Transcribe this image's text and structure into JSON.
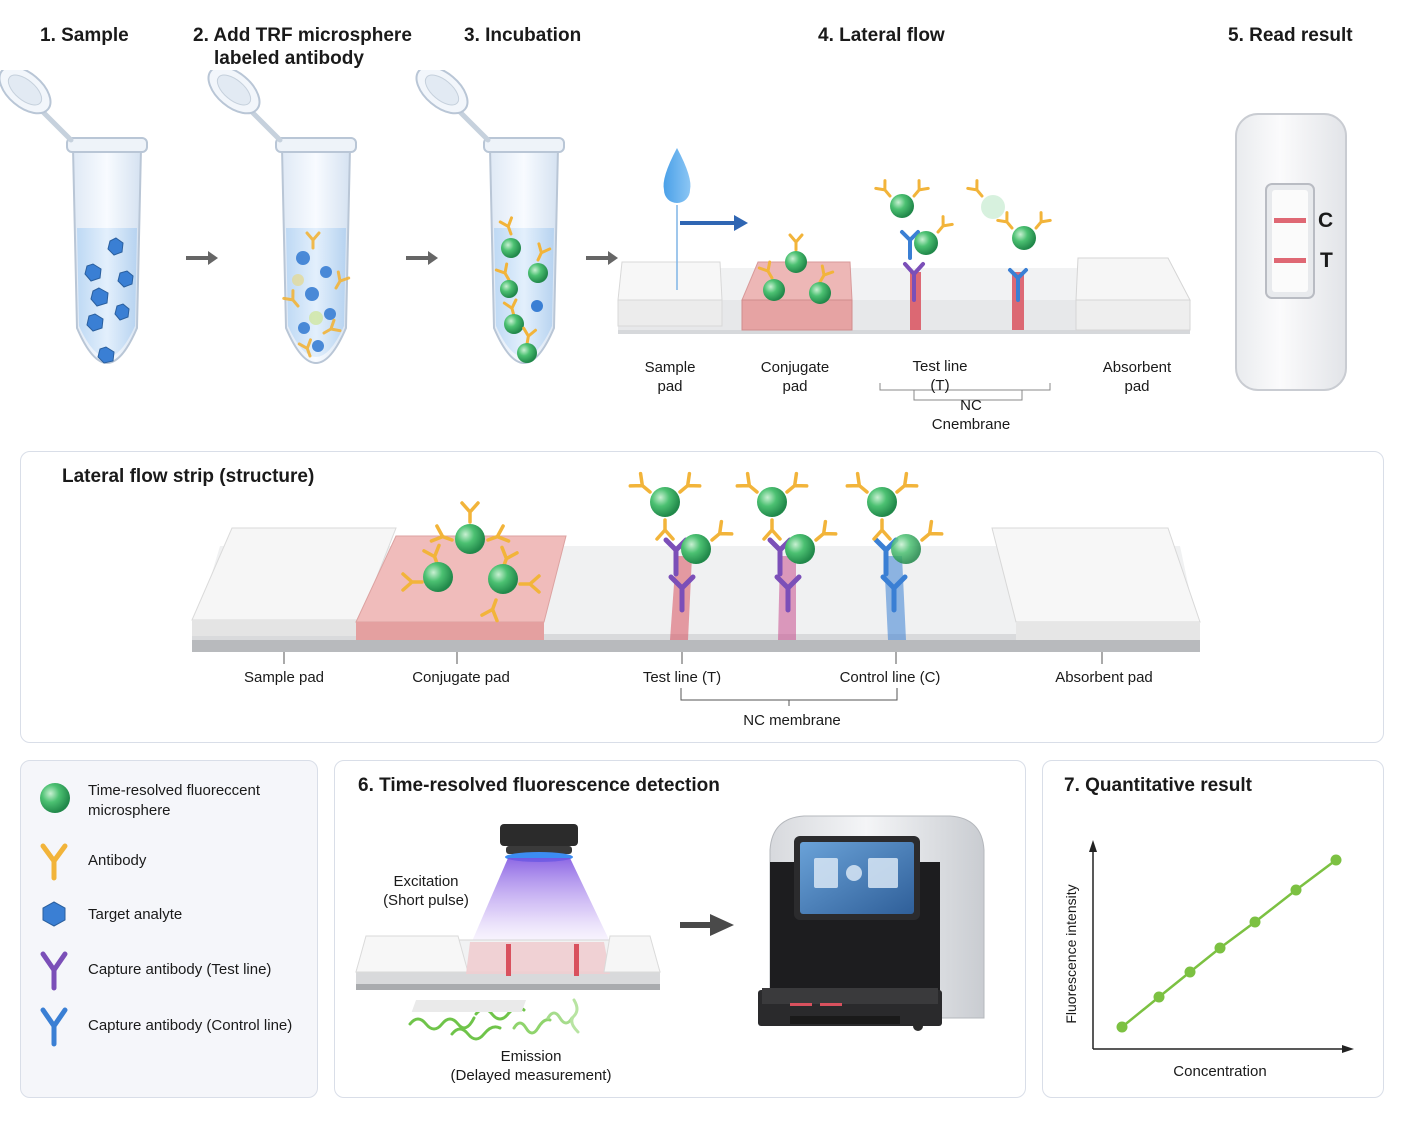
{
  "steps": {
    "s1": "1. Sample",
    "s2a": "2. Add TRF microsphere",
    "s2b": "labeled antibody",
    "s3": "3. Incubation",
    "s4": "4. Lateral flow",
    "s5": "5. Read result"
  },
  "top_strip_labels": {
    "sample_pad": [
      "Sample",
      "pad"
    ],
    "conjugate_pad": [
      "Conjugate",
      "pad"
    ],
    "test_line": [
      "Test line",
      "(T)"
    ],
    "nc_membrane": [
      "NC",
      "Cnembrane"
    ],
    "absorbent_pad": [
      "Absorbent",
      "pad"
    ]
  },
  "cassette": {
    "c_label": "C",
    "t_label": "T"
  },
  "structure_panel": {
    "title": "Lateral flow strip (structure)",
    "sample_pad": "Sample pad",
    "conjugate_pad": "Conjugate pad",
    "test_line": "Test line (T)",
    "control_line": "Control line (C)",
    "absorbent_pad": "Absorbent pad",
    "nc_membrane": "NC membrane"
  },
  "legend": {
    "items": [
      {
        "icon": "microsphere-icon",
        "lines": [
          "Time-resolved fluoreccent",
          "microsphere"
        ],
        "color": "#3bb36a"
      },
      {
        "icon": "antibody-icon",
        "lines": [
          "Antibody"
        ],
        "color": "#f2b43a"
      },
      {
        "icon": "target-analyte-icon",
        "lines": [
          "Target analyte"
        ],
        "color": "#3a7fd4"
      },
      {
        "icon": "capture-antibody-test-icon",
        "lines": [
          "Capture antibody (Test line)"
        ],
        "color": "#7b4fb8"
      },
      {
        "icon": "capture-antibody-control-icon",
        "lines": [
          "Capture antibody (Control line)"
        ],
        "color": "#3a7fd4"
      }
    ]
  },
  "detection_panel": {
    "title": "6. Time-resolved fluorescence detection",
    "excitation": [
      "Excitation",
      "(Short pulse)"
    ],
    "emission": [
      "Emission",
      "(Delayed measurement)"
    ]
  },
  "quant_panel": {
    "title": "7. Quantitative result",
    "xlabel": "Concentration",
    "ylabel": "Fluorescence intensity"
  },
  "colors": {
    "microsphere": "#3bb36a",
    "antibody": "#f2b43a",
    "analyte": "#3a7fd4",
    "test_capture": "#7b4fb8",
    "control_capture": "#3a7fd4",
    "test_line": "#d9515e",
    "curve": "#7cc142"
  }
}
